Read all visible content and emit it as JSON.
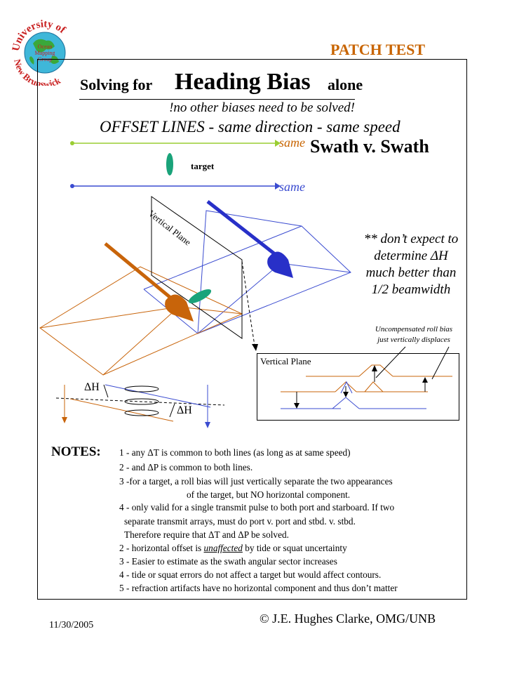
{
  "logo": {
    "ring_text": "University of New Brunswick",
    "center_lines": [
      "Ocean",
      "Mapping",
      "Group"
    ]
  },
  "header": {
    "patch_test": "PATCH TEST"
  },
  "title": {
    "prefix": "Solving for",
    "emphasis": "Heading Bias",
    "suffix": "alone",
    "subtitle": "!no other biases need to be solved!"
  },
  "diagram": {
    "offset_lines": "OFFSET LINES - same direction - same speed",
    "same_upper": "same",
    "swath_v_swath": "Swath v. Swath",
    "target_label": "target",
    "same_lower": "same",
    "vertical_plane_label": "Vertical Plane",
    "delta_h_left": "ΔH",
    "delta_h_right": "ΔH",
    "expectation_lines": [
      "** don’t expect to",
      "determine ΔH",
      "much better than",
      "1/2 beamwidth"
    ],
    "roll_bias_note": [
      "Uncompensated roll bias",
      "just vertically displaces"
    ],
    "vertical_plane_box_label": "Vertical Plane",
    "colors": {
      "line_upper": "#9acd32",
      "line_lower": "#3a4bd0",
      "ship_orange": "#c8640a",
      "ship_blue": "#2830c8",
      "target": "#1aa37a"
    }
  },
  "notes": {
    "heading": "NOTES:",
    "lines": [
      "1 - any ΔT is common to both lines (as long as at same speed)",
      "2 - and ΔP is common to both lines.",
      "3 -for a target, a roll bias will just vertically separate the two appearances",
      "of the target, but NO horizontal component.",
      "4 - only valid for a single transmit pulse to both port and starboard. If two",
      "separate transmit arrays, must do port v. port and stbd. v. stbd.",
      "Therefore require that ΔT and ΔP be solved.",
      "2 - horizontal offset is ",
      "3 - Easier to estimate as the swath angular sector increases",
      "4 - tide or squat errors do not affect a target but would affect contours.",
      "5 - refraction artifacts have no horizontal component and thus don’t matter"
    ],
    "note8_emph": "unaffected",
    "note8_tail": " by tide or squat uncertainty"
  },
  "footer": {
    "date": "11/30/2005",
    "copyright": "© J.E. Hughes Clarke, OMG/UNB"
  }
}
